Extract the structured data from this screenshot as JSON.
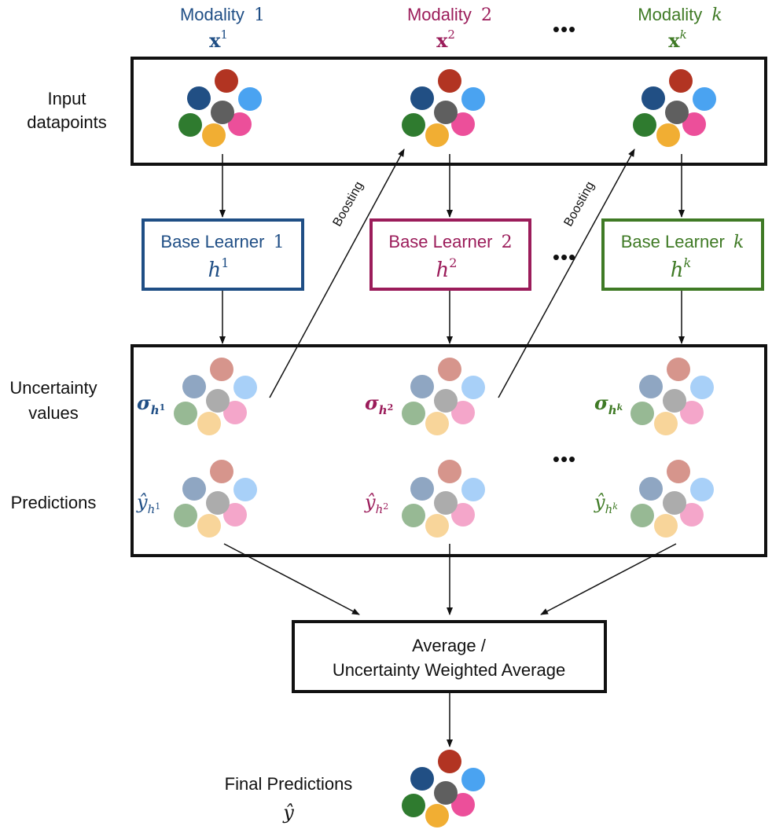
{
  "colors": {
    "modality1": "#1f4e85",
    "modality2": "#9b1c5a",
    "modalityk": "#3f7a25",
    "box_border": "#111111",
    "arrow": "#111111",
    "dot_palette": [
      "#b23422",
      "#4aa3f1",
      "#ec4f9a",
      "#f1ae33",
      "#2f7b2f",
      "#214f84",
      "#5f5f5f"
    ],
    "dot_palette_faded": [
      "#d6958c",
      "#a8d0f8",
      "#f4a6ca",
      "#f8d59a",
      "#97b994",
      "#8fa6c2",
      "#acacac"
    ]
  },
  "modalities": [
    {
      "name": "Modality",
      "number": "1",
      "symbol": "x",
      "superscript": "1"
    },
    {
      "name": "Modality",
      "number": "2",
      "symbol": "x",
      "superscript": "2"
    },
    {
      "name": "Modality",
      "number": "k",
      "symbol": "x",
      "superscript": "k"
    }
  ],
  "ellipsis": "•••",
  "row_labels": {
    "input_line1": "Input",
    "input_line2": "datapoints",
    "uncertainty_line1": "Uncertainty",
    "uncertainty_line2": "values",
    "predictions": "Predictions",
    "final_line1": "Final Predictions",
    "final_symbol": "ŷ"
  },
  "learners": [
    {
      "label": "Base Learner",
      "number": "1",
      "symbol": "h",
      "superscript": "1"
    },
    {
      "label": "Base Learner",
      "number": "2",
      "symbol": "h",
      "superscript": "2"
    },
    {
      "label": "Base Learner",
      "number": "k",
      "symbol": "h",
      "superscript": "k"
    }
  ],
  "boosting_label": "Boosting",
  "sigma_labels": [
    {
      "symbol": "σ",
      "sub": "h",
      "subsup": "1"
    },
    {
      "symbol": "σ",
      "sub": "h",
      "subsup": "2"
    },
    {
      "symbol": "σ",
      "sub": "h",
      "subsup": "k"
    }
  ],
  "yhat_labels": [
    {
      "symbol": "ŷ",
      "sub": "h",
      "subsup": "1"
    },
    {
      "symbol": "ŷ",
      "sub": "h",
      "subsup": "2"
    },
    {
      "symbol": "ŷ",
      "sub": "h",
      "subsup": "k"
    }
  ],
  "average_box": {
    "line1": "Average /",
    "line2": "Uncertainty Weighted Average"
  }
}
